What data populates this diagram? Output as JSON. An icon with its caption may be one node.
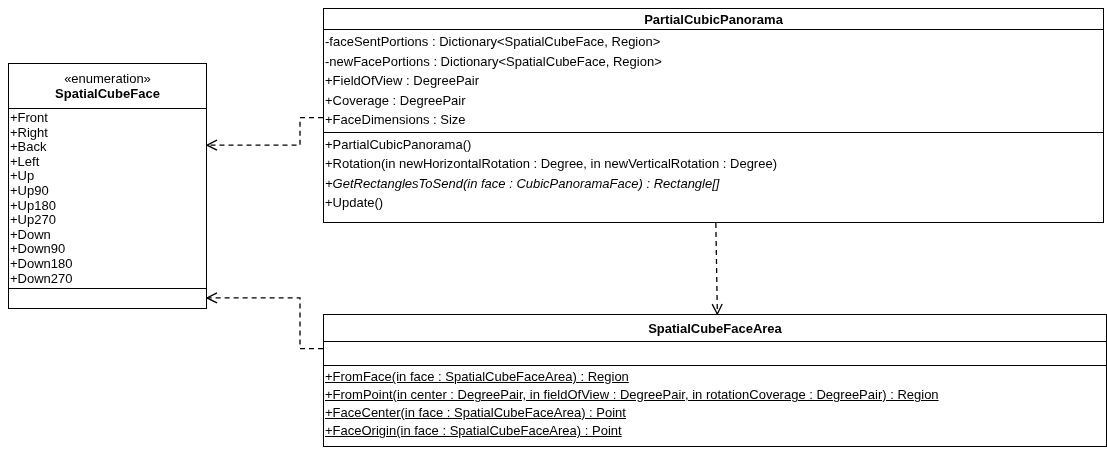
{
  "diagram": {
    "nodes": [
      {
        "text": [
          "«enumeration»",
          "SpatialCubeFace",
          "+Front",
          "+Right",
          "+Back",
          "+Left",
          "+Up",
          "+Up90",
          "+Up180",
          "+Up270",
          "+Down",
          "+Down90",
          "+Down180",
          "+Down270"
        ]
      },
      {
        "text": [
          "PartialCubicPanorama",
          "-faceSentPortions : Dictionary<SpatialCubeFace, Region>",
          "-newFacePortions : Dictionary<SpatialCubeFace, Region>",
          "+FieldOfView : DegreePair",
          "+Coverage : DegreePair",
          "+FaceDimensions : Size",
          "+PartialCubicPanorama()",
          "+Rotation(in newHorizontalRotation : Degree, in newVerticalRotation : Degree)",
          "*+GetRectanglesToSend(in face : CubicPanoramaFace) : Rectangle[]*",
          "+Update()"
        ]
      },
      {
        "text": [
          "SpatialCubeFaceArea",
          "+FromFace(in face : SpatialCubeFaceArea) : Region",
          "+FromPoint(in center : DegreePair, in fieldOfView : DegreePair, in rotationCoverage : DegreePair) : Region",
          "+FaceCenter(in face : SpatialCubeFaceArea) : Point",
          "+FaceOrigin(in face : SpatialCubeFaceArea) : Point"
        ]
      }
    ],
    "edges": [
      {
        "from": 1,
        "to": 0,
        "arrow": "to",
        "style": "dashed"
      },
      {
        "from": 2,
        "to": 0,
        "arrow": "to",
        "style": "dashed"
      },
      {
        "from": 1,
        "to": 2,
        "arrow": "to",
        "style": "dashed"
      }
    ]
  }
}
